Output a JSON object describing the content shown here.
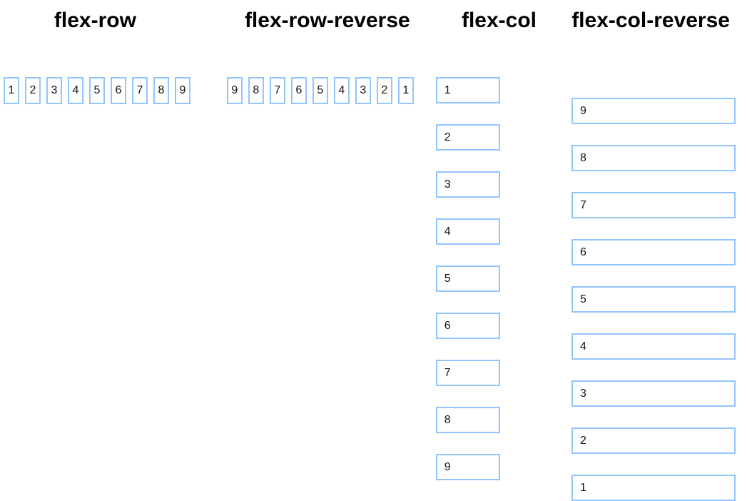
{
  "headings": [
    {
      "label": "flex-row",
      "name": "heading-flex-row"
    },
    {
      "label": "flex-row-reverse",
      "name": "heading-flex-row-reverse"
    },
    {
      "label": "flex-col",
      "name": "heading-flex-col"
    },
    {
      "label": "flex-col-reverse",
      "name": "heading-flex-col-reverse"
    }
  ],
  "panels": {
    "flex_row": {
      "direction": "row",
      "items": [
        "1",
        "2",
        "3",
        "4",
        "5",
        "6",
        "7",
        "8",
        "9"
      ],
      "visual_order": [
        "1",
        "2",
        "3",
        "4",
        "5",
        "6",
        "7",
        "8",
        "9"
      ]
    },
    "flex_row_reverse": {
      "direction": "row-reverse",
      "items": [
        "1",
        "2",
        "3",
        "4",
        "5",
        "6",
        "7",
        "8",
        "9"
      ],
      "visual_order": [
        "9",
        "8",
        "7",
        "6",
        "5",
        "4",
        "3",
        "2",
        "1"
      ]
    },
    "flex_col": {
      "direction": "column",
      "items": [
        "1",
        "2",
        "3",
        "4",
        "5",
        "6",
        "7",
        "8",
        "9"
      ],
      "visual_order": [
        "1",
        "2",
        "3",
        "4",
        "5",
        "6",
        "7",
        "8",
        "9"
      ]
    },
    "flex_col_reverse": {
      "direction": "column-reverse",
      "items": [
        "1",
        "2",
        "3",
        "4",
        "5",
        "6",
        "7",
        "8",
        "9"
      ],
      "visual_order": [
        "9",
        "8",
        "7",
        "6",
        "5",
        "4",
        "3",
        "2",
        "1"
      ]
    }
  },
  "colors": {
    "box_border": "#93c5fd",
    "box_background": "#ffffff",
    "text": "#111111",
    "heading_text": "#000000",
    "page_background": "#ffffff"
  }
}
